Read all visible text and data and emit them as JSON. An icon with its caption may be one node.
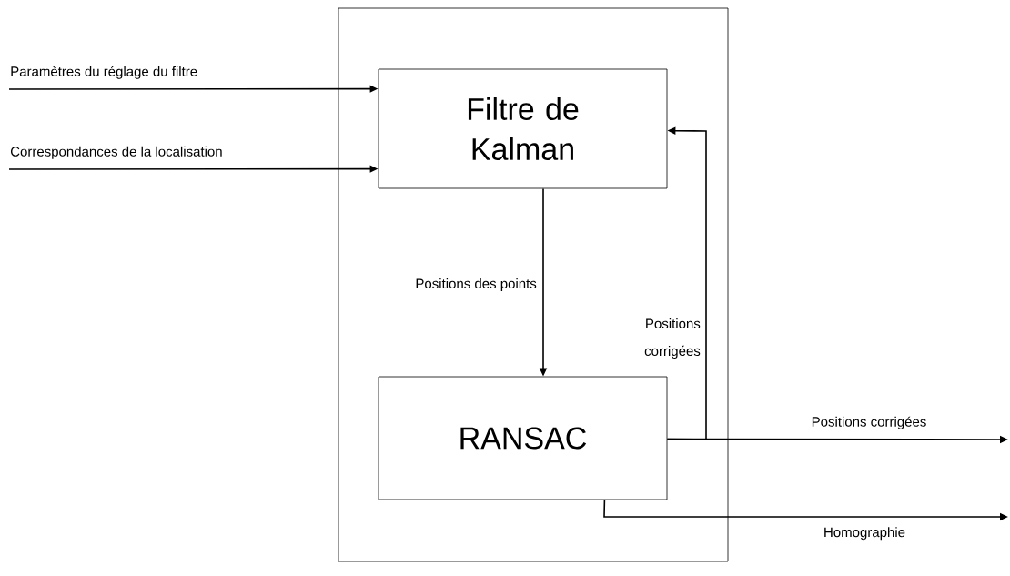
{
  "diagram": {
    "nodes": [
      {
        "text": [],
        "shape": "box"
      },
      {
        "text": [
          "Filtre de Kalman"
        ],
        "in": 0
      },
      {
        "text": [
          "RANSAC"
        ],
        "in": 0
      }
    ],
    "edges": [
      {
        "from": null,
        "to": 1,
        "arrow": "to",
        "label": "Paramètres du réglage du filtre"
      },
      {
        "from": null,
        "to": 1,
        "arrow": "to",
        "label": "Correspondances de la localisation"
      },
      {
        "from": 1,
        "to": 2,
        "arrow": "to",
        "label": "Positions des points"
      },
      {
        "from": 2,
        "to": 1,
        "arrow": "to",
        "label": "Positions corrigées"
      },
      {
        "from": 2,
        "to": null,
        "arrow": "to",
        "label": "Positions corrigées"
      },
      {
        "from": 2,
        "to": null,
        "arrow": "to",
        "label": "Homographie"
      }
    ]
  }
}
